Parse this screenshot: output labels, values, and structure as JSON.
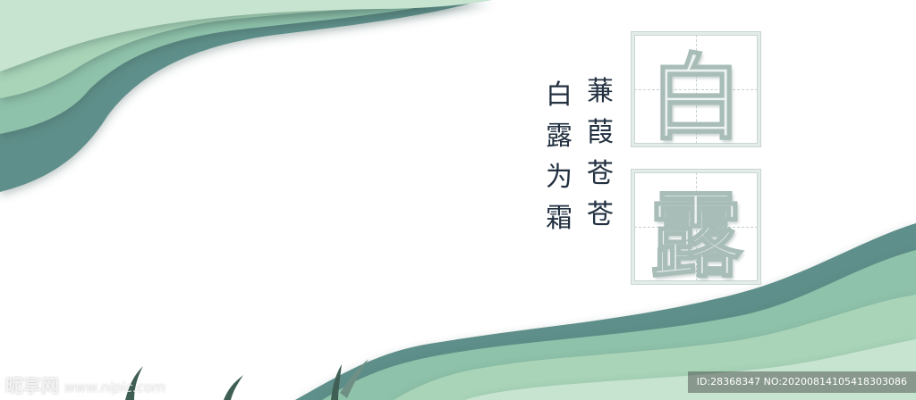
{
  "poem": {
    "column_right": [
      "蒹",
      "葭",
      "苍",
      "苍"
    ],
    "column_left": [
      "白",
      "露",
      "为",
      "霜"
    ]
  },
  "title_chars": {
    "first": "白",
    "second": "露"
  },
  "watermark": {
    "brand": "昵享网",
    "url": "www.nipic.com",
    "id_text": "ID:28368347 NO:20200814105418303086"
  },
  "colors": {
    "light_green": "#a9d4b8",
    "mid_green": "#8fc2aa",
    "teal": "#5f8f8a",
    "pale_green": "#c6e4d0",
    "text_dark": "#223040"
  }
}
